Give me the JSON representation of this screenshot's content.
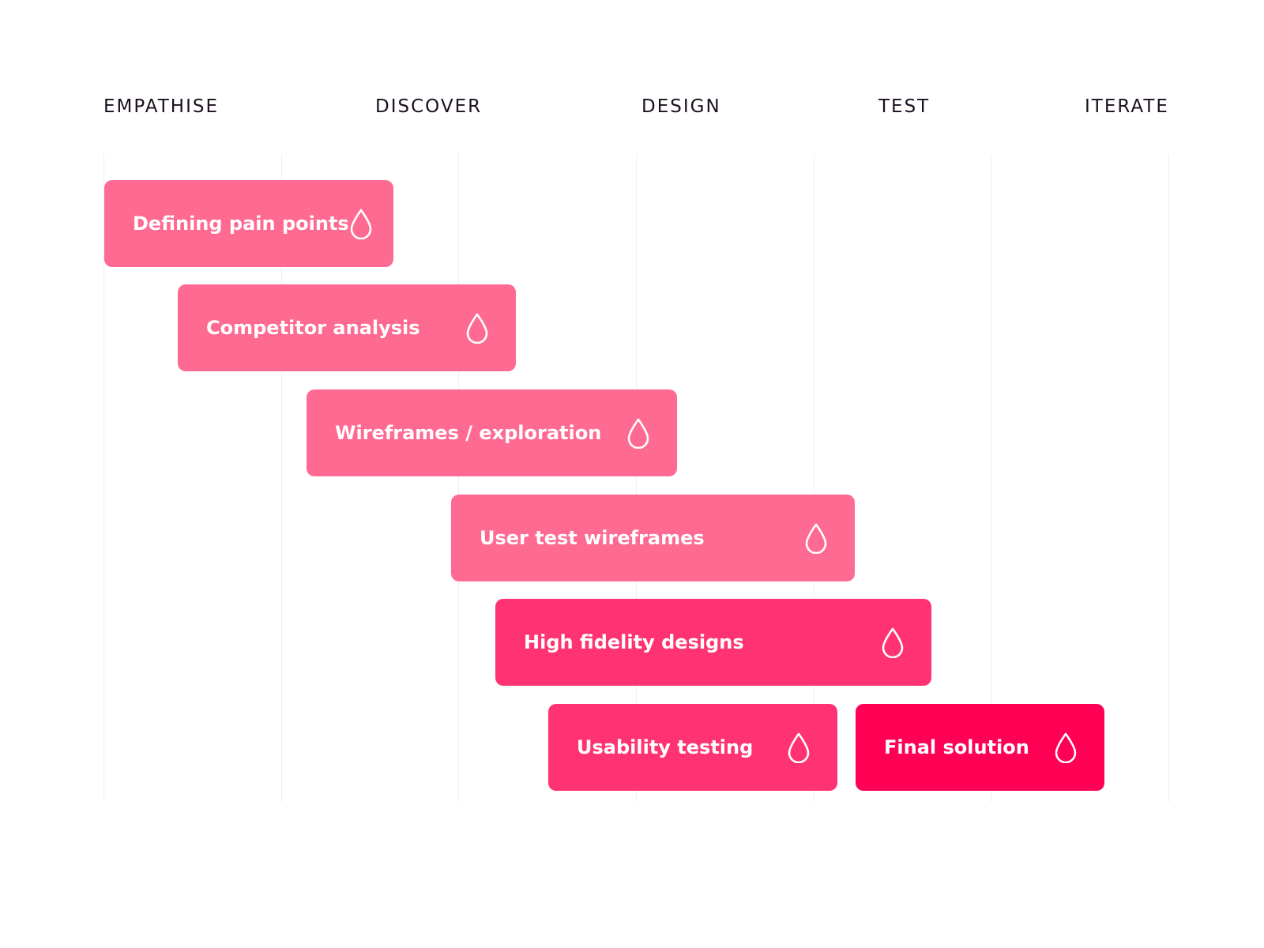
{
  "phases": [
    "EMPATHISE",
    "DISCOVER",
    "DESIGN",
    "TEST",
    "ITERATE"
  ],
  "tasks": [
    {
      "label": "Defining pain points",
      "icon": "drop-icon",
      "color": "#ff6a93"
    },
    {
      "label": "Competitor analysis",
      "icon": "drop-icon",
      "color": "#ff6a93"
    },
    {
      "label": "Wireframes / exploration",
      "icon": "drop-icon",
      "color": "#ff6a93"
    },
    {
      "label": "User test wireframes",
      "icon": "drop-icon",
      "color": "#ff6a93"
    },
    {
      "label": "High fidelity designs",
      "icon": "drop-icon",
      "color": "#ff3373"
    },
    {
      "label": "Usability testing",
      "icon": "drop-icon",
      "color": "#ff3373"
    },
    {
      "label": "Final solution",
      "icon": "drop-icon",
      "color": "#ff0055"
    }
  ],
  "colors": {
    "background": "#ffffff",
    "gridline": "#efedf0",
    "phase_text": "#1a0f1f"
  }
}
